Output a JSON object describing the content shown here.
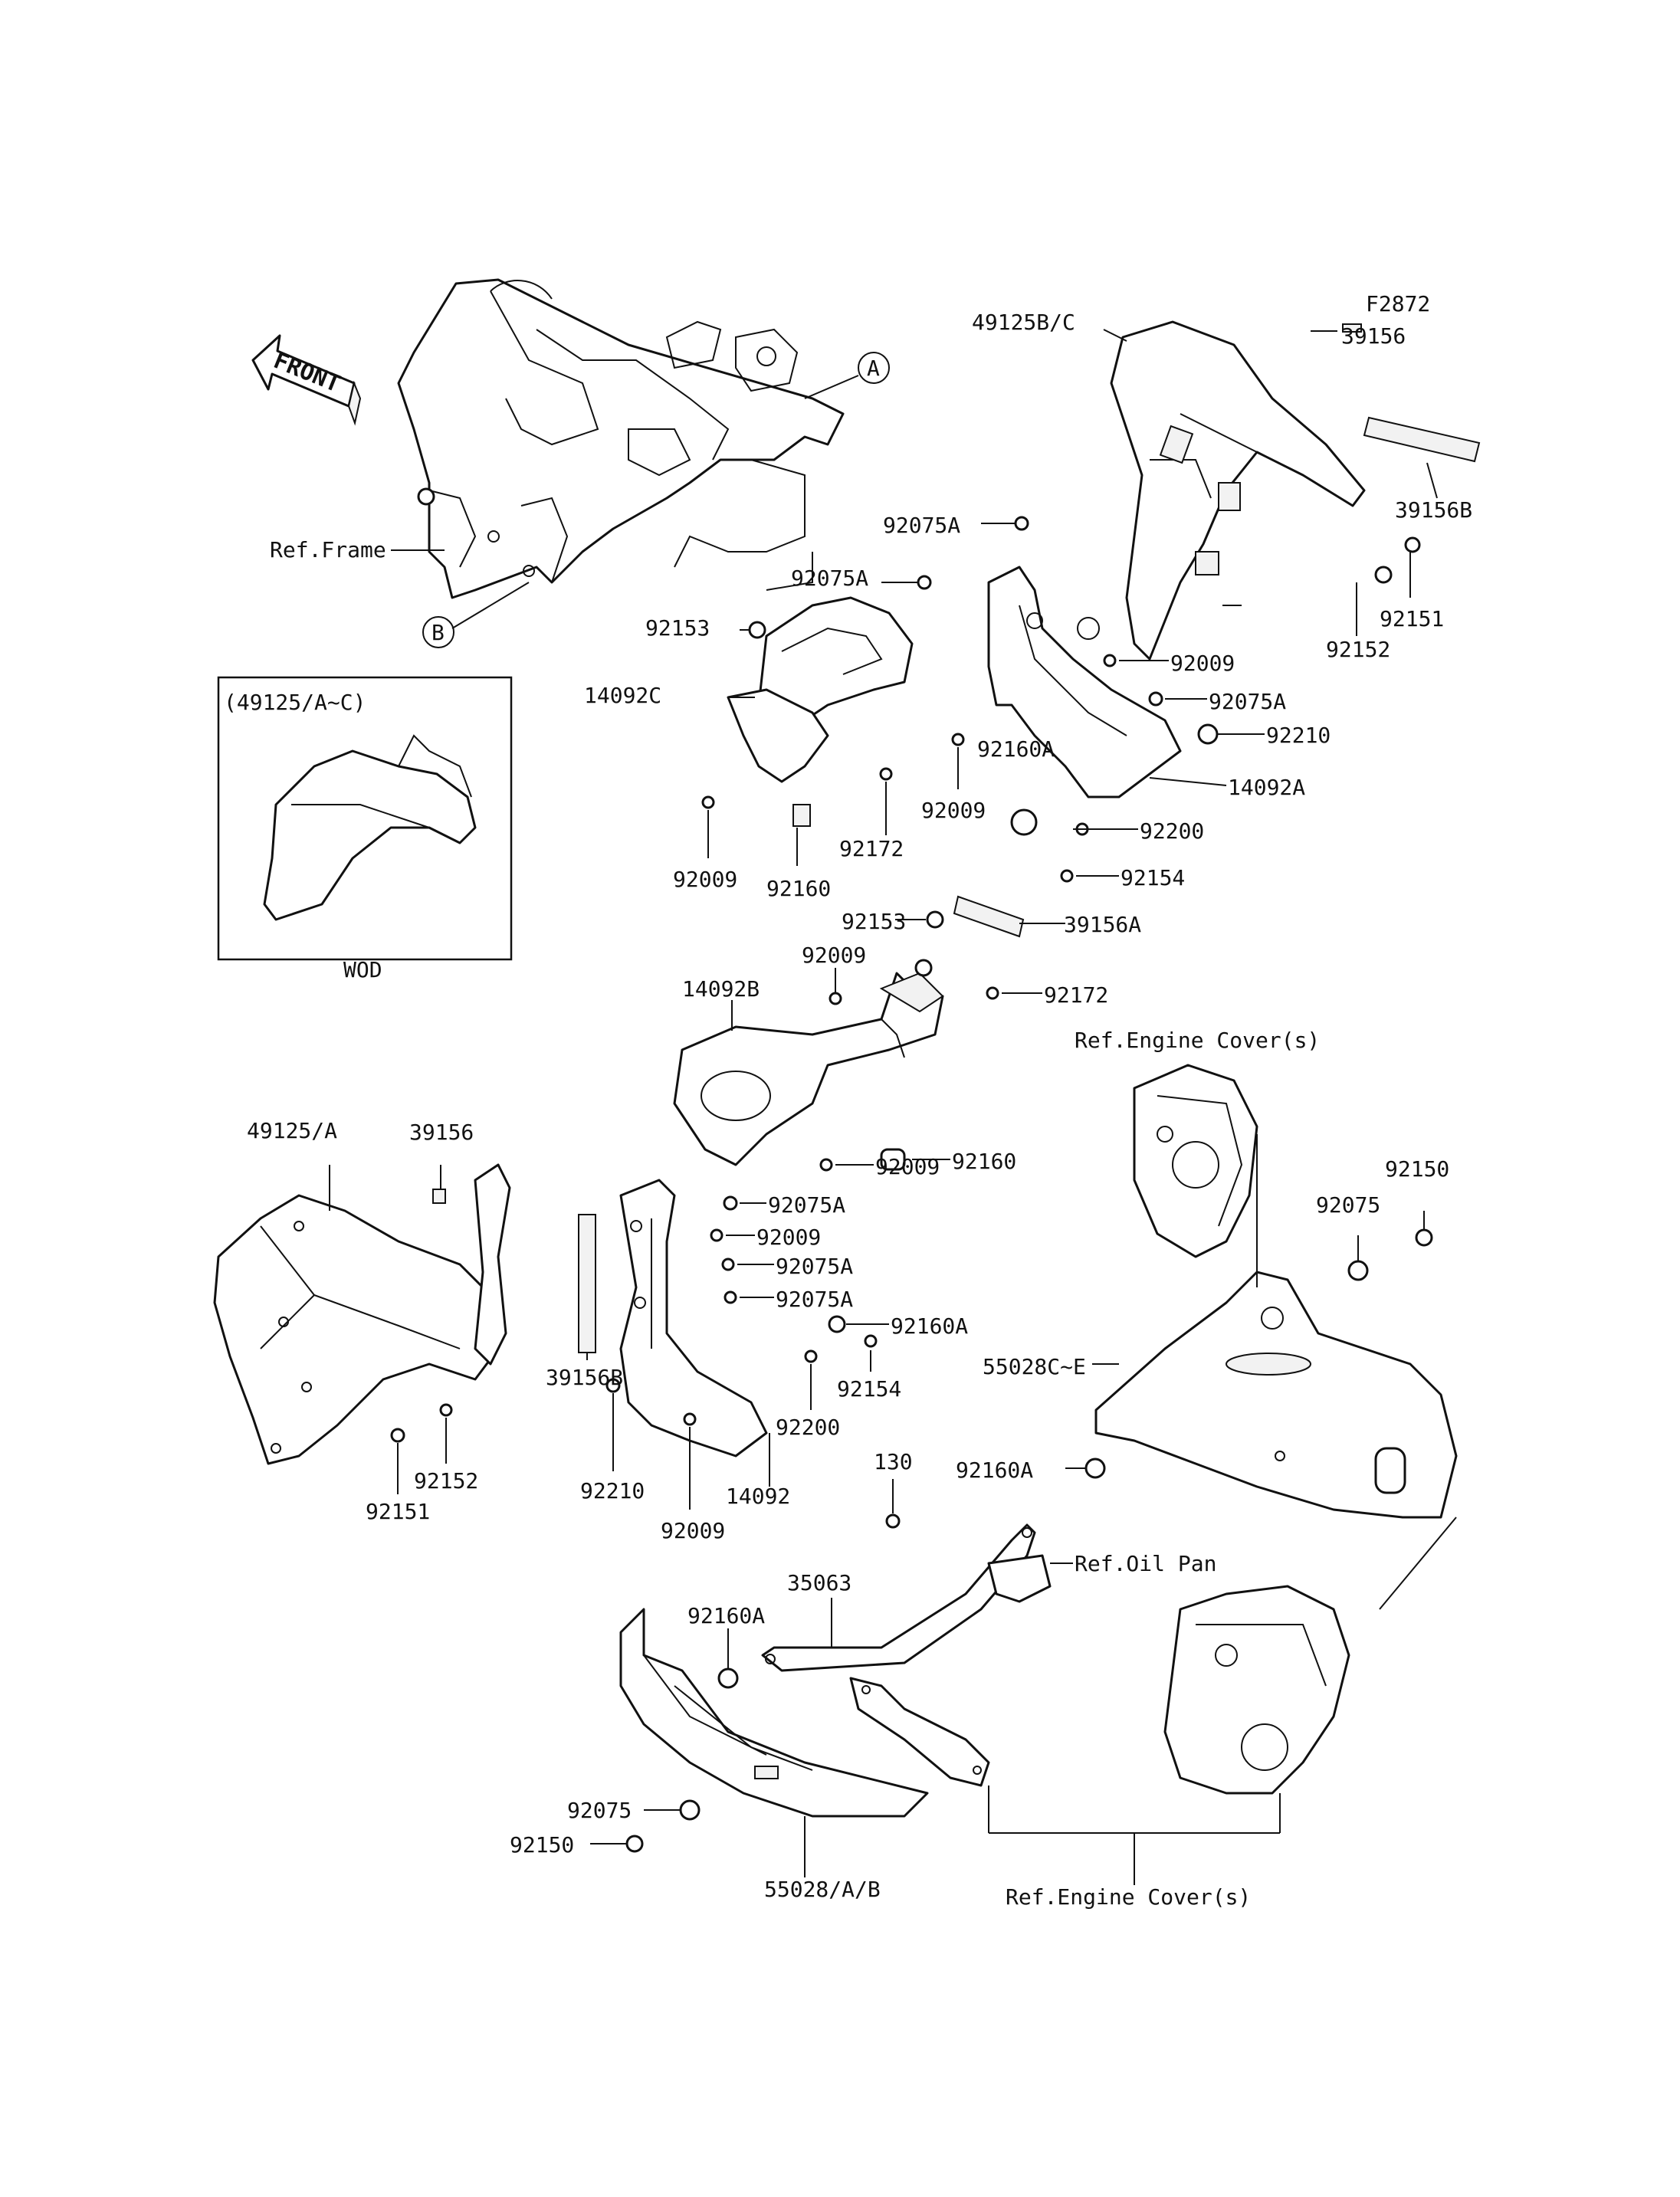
{
  "figure_code": "F2872",
  "callouts": {
    "front_arrow": "FRONT",
    "ref_a": "A",
    "ref_b": "B"
  },
  "inset": {
    "header": "(49125/A~C)",
    "footer": "WOD"
  },
  "labels": [
    "Ref.Frame",
    "49125B/C",
    "39156",
    "39156B",
    "92075A",
    "92075A",
    "92151",
    "92152",
    "92153",
    "14092C",
    "92009",
    "92075A",
    "92210",
    "92160A",
    "14092A",
    "92009",
    "92172",
    "92009",
    "92160",
    "92200",
    "92154",
    "39156A",
    "92153",
    "92009",
    "14092B",
    "92172",
    "Ref.Engine Cover(s)",
    "49125/A",
    "39156",
    "92160",
    "92009",
    "92075A",
    "92009",
    "92075A",
    "92075A",
    "92160A",
    "92150",
    "92075",
    "55028C~E",
    "39156B",
    "92154",
    "92200",
    "92151",
    "92152",
    "92210",
    "14092",
    "92009",
    "130",
    "92160A",
    "Ref.Oil Pan",
    "35063",
    "92160A",
    "92075",
    "92150",
    "55028/A/B",
    "Ref.Engine Cover(s)"
  ]
}
